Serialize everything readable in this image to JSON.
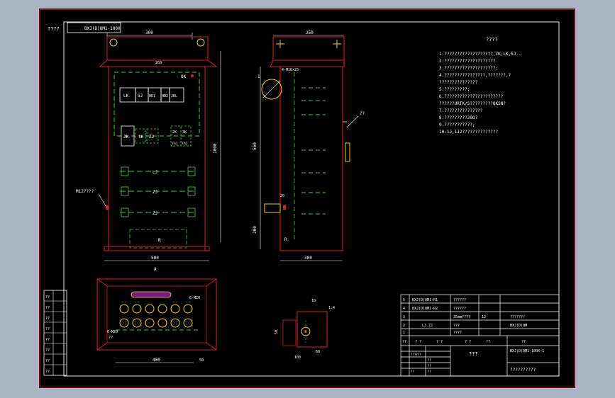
{
  "title_tag": "????",
  "drawing_code": "BXJ(D)QM1-100X",
  "dims": {
    "front_top_width": "300",
    "side_top_depth": "250",
    "front_inner": "260",
    "front_height": "1000",
    "side_height_upper": "560",
    "side_height_lower": "200",
    "front_bottom_width": "500",
    "side_bottom_depth": "300",
    "side_callout_1": "1",
    "side_hole": "4-M16×25",
    "side_dim_small": "20",
    "bottom_width": "400",
    "bottom_edge": "50",
    "small_part_top": "10",
    "small_part_height": "50",
    "small_part_width_a": "60",
    "small_part_width_b": "100",
    "small_callout": "1:4"
  },
  "front_labels": {
    "ok": "OK",
    "side_marker": "M12????",
    "section_arrow": "A",
    "row1": [
      "LK",
      "SJ",
      "HD1",
      "HD2",
      "JDL"
    ],
    "row2": [
      "JK",
      "1K",
      "ZJ",
      "2K",
      "3K"
    ],
    "row2b": [
      "FA1",
      "FA2"
    ],
    "rail1": "LJ",
    "rail2": "ZJ",
    "rail3": "ZJ",
    "bottom": "R"
  },
  "side_labels": {
    "handle": "??",
    "bottom": "R"
  },
  "bottom_view": {
    "label_tr": "6-M20",
    "label_l": "6-M20",
    "label_l2": "??"
  },
  "notes": {
    "heading": "????",
    "lines": [
      "1.???????????????????,ZK,LK,SJ..",
      "2.????????????????????",
      "3.????????????????????;",
      "4.????????????????,???????,?",
      "  ???????????????",
      "5.?????????;",
      "6.???????????????????????",
      "  ??????URTK/S?????????QKSN?",
      "7.???????????????",
      "8.?????????20Ω?",
      "9.???????????;",
      "10.1J,1J2??????????????"
    ]
  },
  "title_block": {
    "rows": [
      {
        "c1": "5",
        "c2": "BXJ(D)QM1-R1",
        "c3": "??????"
      },
      {
        "c1": "4",
        "c2": "BXJ(D)QM1-R2",
        "c3": "??????"
      },
      {
        "c1": "3",
        "c2": "",
        "c3": "35mm????",
        "c4": "12",
        "c5": "???????"
      },
      {
        "c1": "2",
        "c2": "LJ ZJ",
        "c3": "???",
        "c4": "",
        "c5": "BXJ(D)QM"
      },
      {
        "c1": "1",
        "c2": "",
        "c3": "????",
        "c4": "",
        "c5": ""
      }
    ],
    "header_row": [
      "??",
      "? ?",
      "? ?",
      "? ?",
      "??",
      "??"
    ],
    "product_code": "BXJ(D)QM1-100X-1",
    "product_name": "???",
    "company": "??????????",
    "sign_cells": [
      "??????",
      "??",
      "??",
      "??",
      "??"
    ]
  },
  "left_strip": [
    "??",
    "??",
    "??",
    "??",
    "??",
    "??",
    "??",
    "??"
  ]
}
